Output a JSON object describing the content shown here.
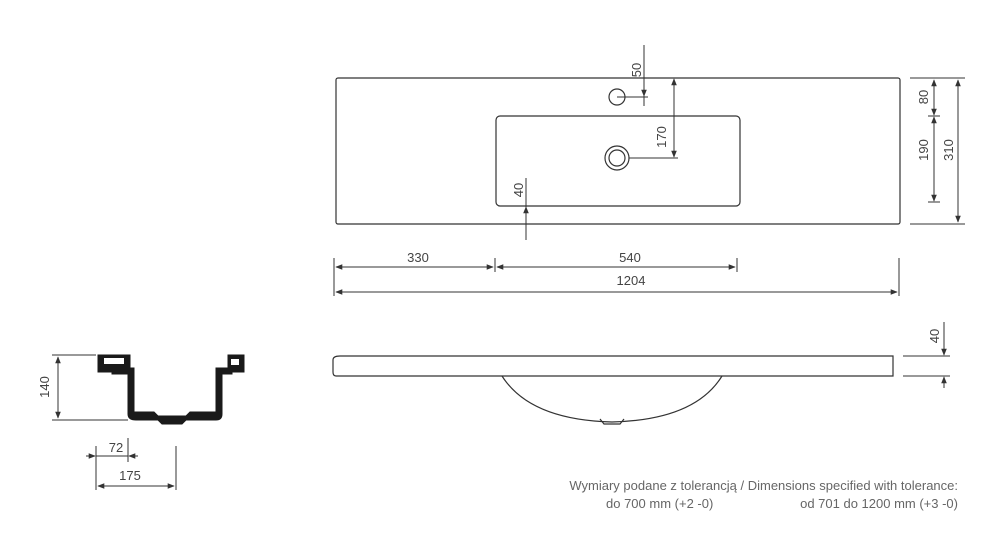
{
  "colors": {
    "line": "#333333",
    "profile": "#1a1a1a",
    "text": "#444444"
  },
  "dimensions": {
    "top_view": {
      "faucet_offset": "50",
      "basin_to_drain": "170",
      "basin_front_gap": "40",
      "back_ledge": "80",
      "basin_depth": "190",
      "total_depth": "310",
      "left_offset": "330",
      "basin_width": "540",
      "total_width": "1204"
    },
    "front_view": {
      "thickness": "40"
    },
    "side_view": {
      "height": "140",
      "wall_offset": "72",
      "side_width": "175"
    }
  },
  "tolerance_note": {
    "line1": "Wymiary podane z tolerancją / Dimensions specified with tolerance:",
    "range_a": "do 700 mm (+2 -0)",
    "range_b": "od 701 do 1200 mm (+3 -0)"
  }
}
